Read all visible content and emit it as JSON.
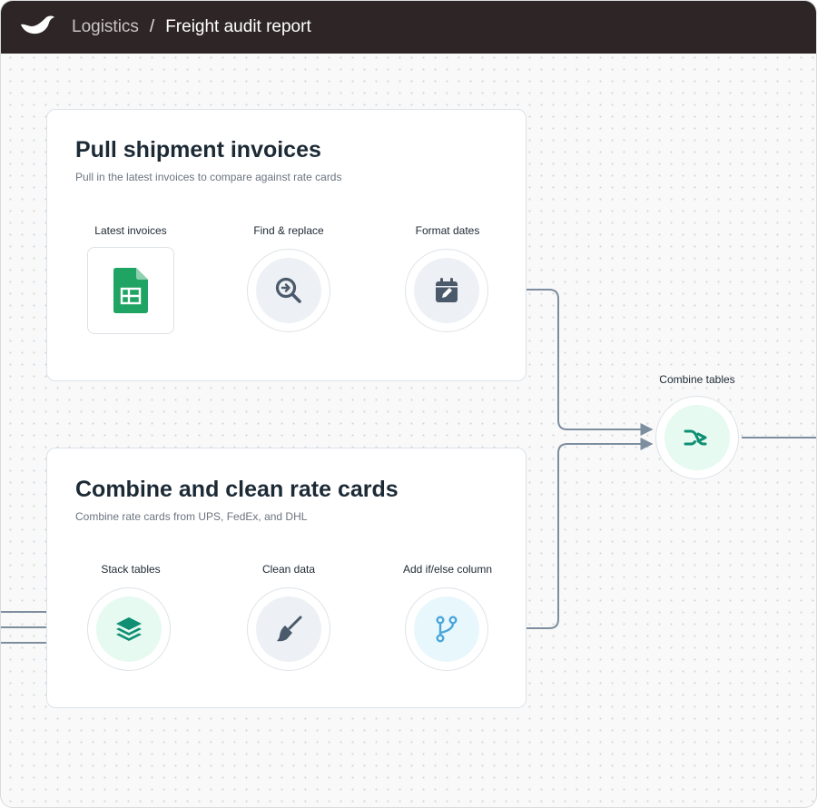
{
  "header": {
    "logo_icon": "whale-logo-icon",
    "breadcrumb_root": "Logistics",
    "breadcrumb_separator": "/",
    "breadcrumb_current": "Freight audit report"
  },
  "cards": [
    {
      "title": "Pull shipment invoices",
      "subtitle": "Pull in the latest invoices to compare against rate cards",
      "nodes": [
        {
          "label": "Latest invoices",
          "icon": "google-sheets-icon"
        },
        {
          "label": "Find & replace",
          "icon": "search-replace-icon"
        },
        {
          "label": "Format dates",
          "icon": "calendar-edit-icon"
        }
      ]
    },
    {
      "title": "Combine and clean rate cards",
      "subtitle": "Combine rate cards from UPS, FedEx, and DHL",
      "nodes": [
        {
          "label": "Stack tables",
          "icon": "layers-icon"
        },
        {
          "label": "Clean data",
          "icon": "broom-icon"
        },
        {
          "label": "Add if/else column",
          "icon": "git-branch-icon"
        }
      ]
    }
  ],
  "combine_node": {
    "label": "Combine tables",
    "icon": "merge-arrow-icon"
  },
  "colors": {
    "header_bg": "#2e2626",
    "wire": "#7d8e9e",
    "sheets_green": "#1fa463",
    "icon_gray": "#4a5a6a",
    "teal": "#0f8f73",
    "branch_blue": "#49a6db"
  }
}
